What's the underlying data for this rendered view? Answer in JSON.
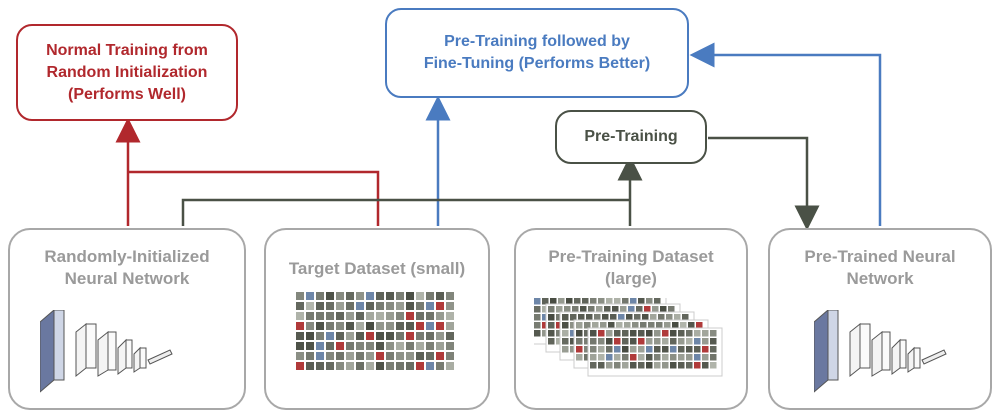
{
  "colors": {
    "red": "#b1282d",
    "blue": "#4a7bc0",
    "dark": "#4a5146",
    "gray_border": "#a8a8a8",
    "gray_text": "#9a9a9a"
  },
  "outcomes": {
    "normal_training": [
      "Normal Training from",
      "Random Initialization",
      "(Performs Well)"
    ],
    "fine_tuning": [
      "Pre-Training followed by",
      "Fine-Tuning (Performs Better)"
    ]
  },
  "process": {
    "pre_training": "Pre-Training"
  },
  "inputs": {
    "random_network": [
      "Randomly-Initialized",
      "Neural Network"
    ],
    "target_dataset": [
      "Target Dataset (small)"
    ],
    "pretraining_dataset": [
      "Pre-Training Dataset",
      "(large)"
    ],
    "pretrained_network": [
      "Pre-Trained Neural",
      "Network"
    ]
  },
  "icons": {
    "network": "neural-network-icon",
    "dataset": "image-grid-icon"
  }
}
